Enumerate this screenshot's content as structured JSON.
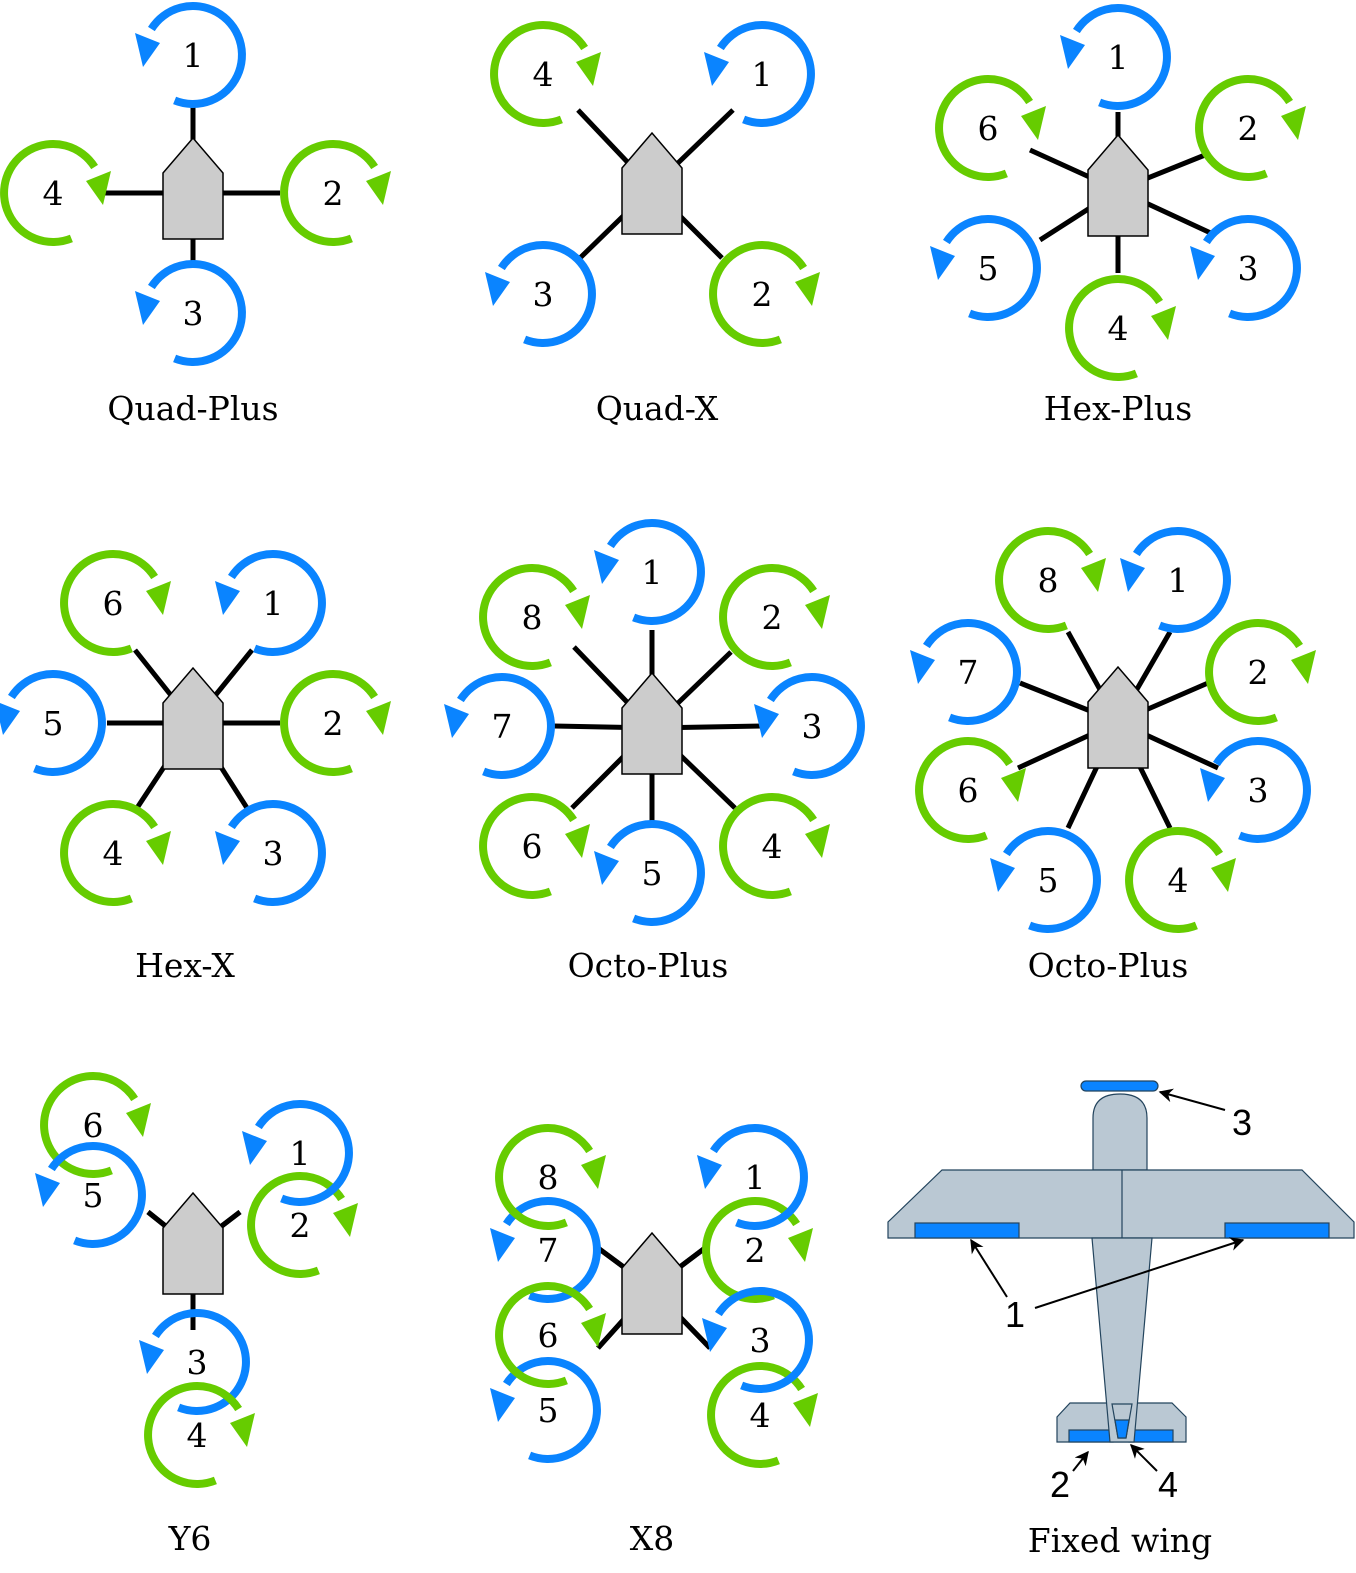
{
  "colors": {
    "ccw_rotor": "#0a84ff",
    "cw_rotor": "#66cc00",
    "arm": "#000000",
    "body_fill": "#cccccc",
    "body_stroke": "#000000",
    "airframe_fill": "#bac8d3",
    "airframe_stroke": "#23445d",
    "control_surface": "#0a84ff"
  },
  "legend_semantics": {
    "blue": "counter-clockwise rotor",
    "green": "clockwise rotor"
  },
  "frames": [
    {
      "id": "quad-plus",
      "caption": "Quad-Plus",
      "rotors": [
        {
          "label": "1",
          "dir": "ccw"
        },
        {
          "label": "2",
          "dir": "cw"
        },
        {
          "label": "3",
          "dir": "ccw"
        },
        {
          "label": "4",
          "dir": "cw"
        }
      ]
    },
    {
      "id": "quad-x",
      "caption": "Quad-X",
      "rotors": [
        {
          "label": "1",
          "dir": "ccw"
        },
        {
          "label": "2",
          "dir": "cw"
        },
        {
          "label": "3",
          "dir": "ccw"
        },
        {
          "label": "4",
          "dir": "cw"
        }
      ]
    },
    {
      "id": "hex-plus",
      "caption": "Hex-Plus",
      "rotors": [
        {
          "label": "1",
          "dir": "ccw"
        },
        {
          "label": "2",
          "dir": "cw"
        },
        {
          "label": "3",
          "dir": "ccw"
        },
        {
          "label": "4",
          "dir": "cw"
        },
        {
          "label": "5",
          "dir": "ccw"
        },
        {
          "label": "6",
          "dir": "cw"
        }
      ]
    },
    {
      "id": "hex-x",
      "caption": "Hex-X",
      "rotors": [
        {
          "label": "1",
          "dir": "ccw"
        },
        {
          "label": "2",
          "dir": "cw"
        },
        {
          "label": "3",
          "dir": "ccw"
        },
        {
          "label": "4",
          "dir": "cw"
        },
        {
          "label": "5",
          "dir": "ccw"
        },
        {
          "label": "6",
          "dir": "cw"
        }
      ]
    },
    {
      "id": "octo-plus",
      "caption": "Octo-Plus",
      "rotors": [
        {
          "label": "1",
          "dir": "ccw"
        },
        {
          "label": "2",
          "dir": "cw"
        },
        {
          "label": "3",
          "dir": "ccw"
        },
        {
          "label": "4",
          "dir": "cw"
        },
        {
          "label": "5",
          "dir": "ccw"
        },
        {
          "label": "6",
          "dir": "cw"
        },
        {
          "label": "7",
          "dir": "ccw"
        },
        {
          "label": "8",
          "dir": "cw"
        }
      ]
    },
    {
      "id": "octo-x",
      "caption": "Octo-Plus",
      "rotors": [
        {
          "label": "1",
          "dir": "ccw"
        },
        {
          "label": "2",
          "dir": "cw"
        },
        {
          "label": "3",
          "dir": "ccw"
        },
        {
          "label": "4",
          "dir": "cw"
        },
        {
          "label": "5",
          "dir": "ccw"
        },
        {
          "label": "6",
          "dir": "cw"
        },
        {
          "label": "7",
          "dir": "ccw"
        },
        {
          "label": "8",
          "dir": "cw"
        }
      ]
    },
    {
      "id": "y6",
      "caption": "Y6",
      "rotors": [
        {
          "label": "1",
          "dir": "ccw"
        },
        {
          "label": "2",
          "dir": "cw"
        },
        {
          "label": "3",
          "dir": "ccw"
        },
        {
          "label": "4",
          "dir": "cw"
        },
        {
          "label": "5",
          "dir": "ccw"
        },
        {
          "label": "6",
          "dir": "cw"
        }
      ]
    },
    {
      "id": "x8",
      "caption": "X8",
      "rotors": [
        {
          "label": "1",
          "dir": "ccw"
        },
        {
          "label": "2",
          "dir": "cw"
        },
        {
          "label": "3",
          "dir": "ccw"
        },
        {
          "label": "4",
          "dir": "cw"
        },
        {
          "label": "5",
          "dir": "ccw"
        },
        {
          "label": "6",
          "dir": "cw"
        },
        {
          "label": "7",
          "dir": "ccw"
        },
        {
          "label": "8",
          "dir": "cw"
        }
      ]
    }
  ],
  "fixed_wing": {
    "caption": "Fixed wing",
    "callouts": [
      {
        "label": "1",
        "target": "ailerons"
      },
      {
        "label": "2",
        "target": "elevator"
      },
      {
        "label": "3",
        "target": "propeller"
      },
      {
        "label": "4",
        "target": "rudder"
      }
    ]
  }
}
